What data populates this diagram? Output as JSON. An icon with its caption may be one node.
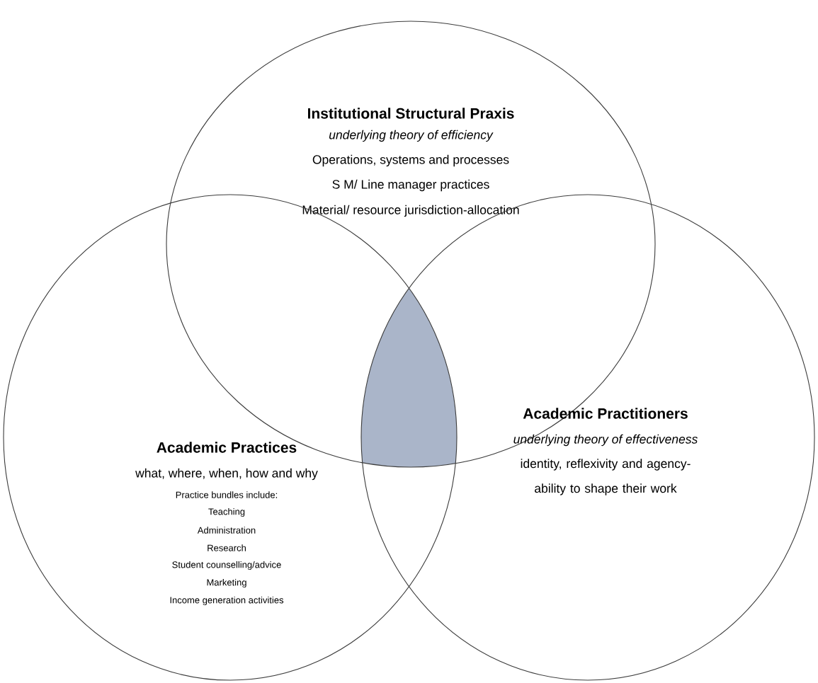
{
  "diagram": {
    "nodes": [
      {
        "text": [
          "Institutional Structural Praxis",
          "underlying theory of efficiency",
          "Operations, systems and processes",
          "S M/ Line manager practices",
          "Material/ resource jurisdiction-allocation"
        ]
      },
      {
        "text": [
          "Academic Practices",
          "what, where, when, how and why",
          "Practice bundles include:",
          "Teaching",
          "Administration",
          "Research",
          "Student counselling/advice",
          "Marketing",
          "Income generation activities"
        ]
      },
      {
        "text": [
          "Academic Practitioners",
          "underlying theory of effectiveness",
          "identity, reflexivity and agency- ability to shape their work"
        ]
      }
    ]
  }
}
